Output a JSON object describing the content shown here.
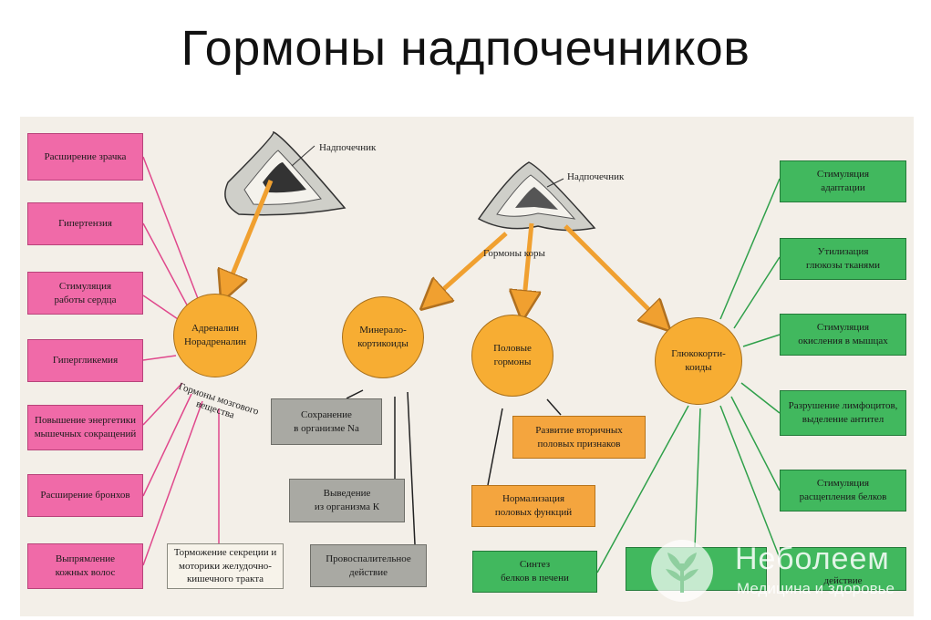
{
  "title": "Гормоны надпочечников",
  "labels": {
    "adrenal_left": "Надпочечник",
    "adrenal_right": "Надпочечник",
    "cortex_hormones": "Гормоны коры",
    "medulla_hormones": "Гормоны мозгового\nвещества"
  },
  "circles": {
    "adrenaline": "Адреналин\nНорадреналин",
    "mineralo": "Минерало-\nкортикоиды",
    "sex": "Половые\nгормоны",
    "gluco": "Глюкокорти-\nкоиды"
  },
  "pink_boxes": [
    "Расширение зрачка",
    "Гипертензия",
    "Стимуляция\nработы сердца",
    "Гипергликемия",
    "Повышение энергетики\nмышечных сокращений",
    "Расширение бронхов",
    "Выпрямление\nкожных волос"
  ],
  "white_box": "Торможение секреции и\nмоторики желудочно-\nкишечного тракта",
  "gray_boxes": [
    "Сохранение\nв организме Na",
    "Выведение\nиз организма К",
    "Провоспалительное\nдействие"
  ],
  "orange_boxes": [
    "Развитие вторичных\nполовых признаков",
    "Нормализация\nполовых функций"
  ],
  "green_boxes": [
    "Стимуляция\nадаптации",
    "Утилизация\nглюкозы тканями",
    "Стимуляция\nокисления в мышцах",
    "Разрушение лимфоцитов,\nвыделение антител",
    "Стимуляция\nрасщепления белков",
    "Синтез\nбелков в печени",
    "",
    "действие"
  ],
  "watermark": {
    "line1": "Неболеем",
    "line2": "Медицина и здоровье"
  },
  "colors": {
    "pink": "#f06aa8",
    "gray": "#a9a9a3",
    "orange": "#f4a53e",
    "green": "#41b85e",
    "circle": "#f7ad33",
    "arrow": "#f0a030"
  }
}
